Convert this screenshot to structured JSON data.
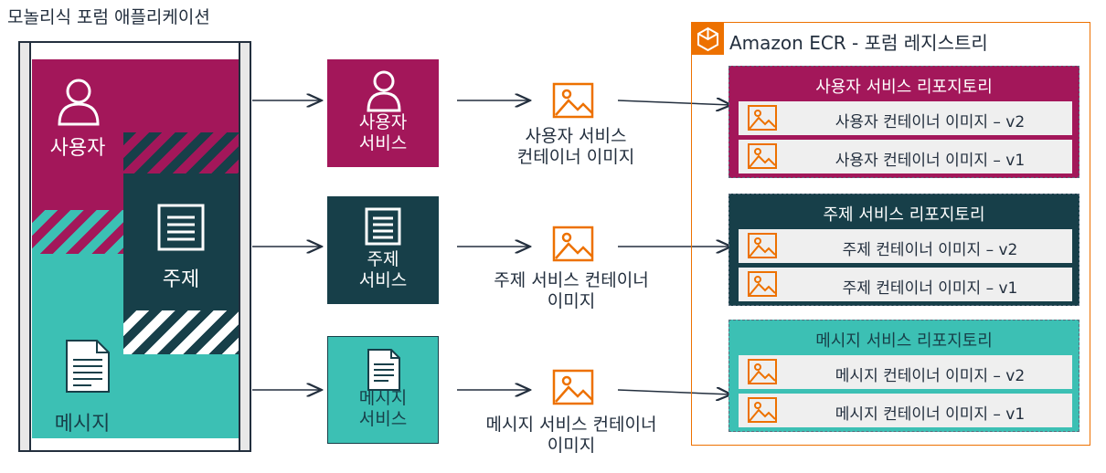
{
  "title": "모놀리식 포럼 애플리케이션",
  "monolith": {
    "user_label": "사용자",
    "topic_label": "주제",
    "message_label": "메시지"
  },
  "services": {
    "user": [
      "사용자",
      "서비스"
    ],
    "topic": [
      "주제",
      "서비스"
    ],
    "message": [
      "메시지",
      "서비스"
    ]
  },
  "images": {
    "user": [
      "사용자 서비스",
      "컨테이너 이미지"
    ],
    "topic": [
      "주제 서비스 컨테이너",
      "이미지"
    ],
    "message": [
      "메시지 서비스 컨테이너",
      "이미지"
    ]
  },
  "ecr": {
    "title": "Amazon ECR - 포럼 레지스트리",
    "repos": {
      "user": {
        "title": "사용자 서비스 리포지토리",
        "images": [
          "사용자 컨테이너 이미지 – v2",
          "사용자 컨테이너 이미지 – v1"
        ]
      },
      "topic": {
        "title": "주제 서비스 리포지토리",
        "images": [
          "주제 컨테이너 이미지 – v2",
          "주제 컨테이너 이미지 – v1"
        ]
      },
      "message": {
        "title": "메시지 서비스 리포지토리",
        "images": [
          "메시지 컨테이너 이미지 – v2",
          "메시지 컨테이너 이미지 – v1"
        ]
      }
    }
  },
  "colors": {
    "magenta": "#a3175a",
    "navy": "#173f49",
    "teal": "#3cc0b4",
    "orange": "#ed7100"
  },
  "icons": [
    "user-icon",
    "document-icon",
    "file-icon",
    "image-icon",
    "ecr-icon"
  ]
}
